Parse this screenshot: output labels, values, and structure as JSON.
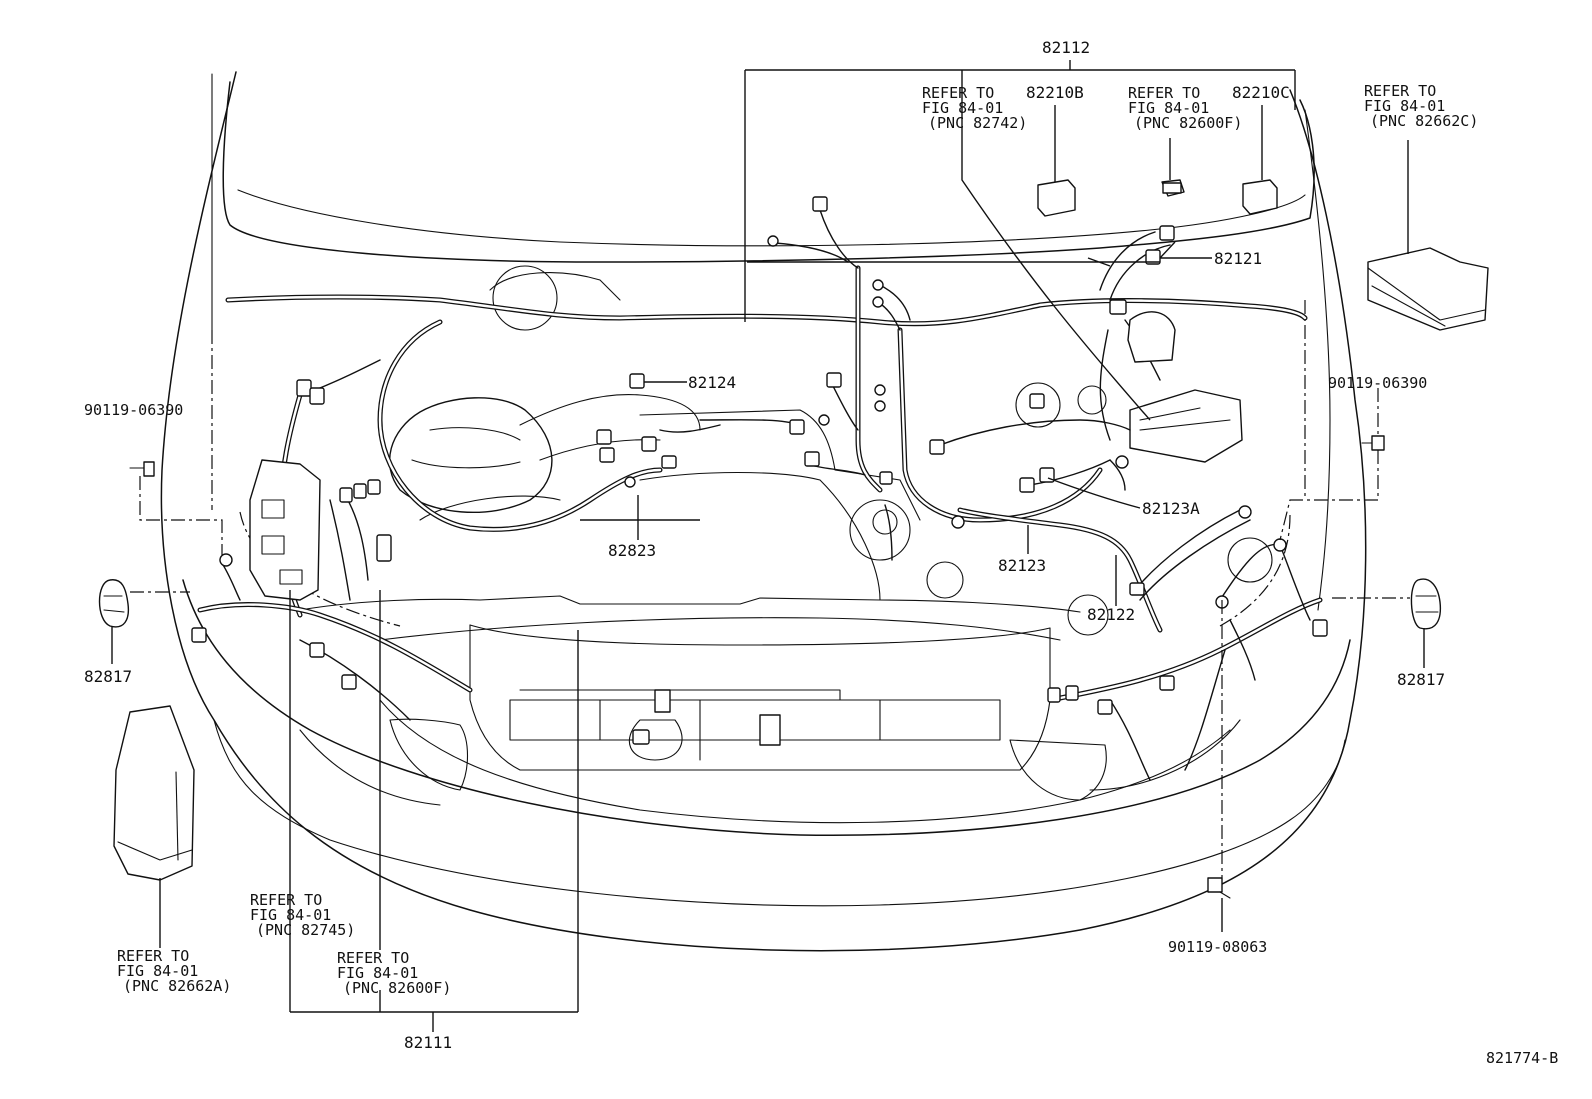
{
  "labels": {
    "p82112": "82112",
    "p82210B": "82210B",
    "p82210C": "82210C",
    "ref_82742": [
      "REFER TO",
      "FIG 84-01",
      "(PNC 82742)"
    ],
    "ref_82600F_top": [
      "REFER TO",
      "FIG 84-01",
      "(PNC 82600F)"
    ],
    "ref_82662C": [
      "REFER TO",
      "FIG 84-01",
      "(PNC 82662C)"
    ],
    "p82121": "82121",
    "p82124": "82124",
    "bolt_left": "90119-06390",
    "bolt_right": "90119-06390",
    "p82123A": "82123A",
    "p82823": "82823",
    "p82123": "82123",
    "p82122": "82122",
    "p82817_left": "82817",
    "p82817_right": "82817",
    "ref_82745": [
      "REFER TO",
      "FIG 84-01",
      "(PNC 82745)"
    ],
    "ref_82600F_bottom": [
      "REFER TO",
      "FIG 84-01",
      "(PNC 82600F)"
    ],
    "ref_82662A": [
      "REFER TO",
      "FIG 84-01",
      "(PNC 82662A)"
    ],
    "bolt_bottom": "90119-08063",
    "p82111": "82111",
    "figure_code": "821774-B"
  }
}
